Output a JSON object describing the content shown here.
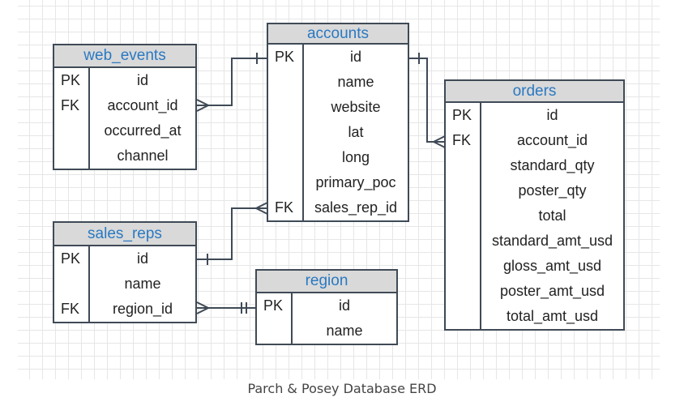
{
  "caption": "Parch & Posey Database ERD",
  "entities": {
    "web_events": {
      "title": "web_events",
      "rows": [
        {
          "key": "PK",
          "name": "id"
        },
        {
          "key": "FK",
          "name": "account_id"
        },
        {
          "key": "",
          "name": "occurred_at"
        },
        {
          "key": "",
          "name": "channel"
        }
      ]
    },
    "accounts": {
      "title": "accounts",
      "rows": [
        {
          "key": "PK",
          "name": "id"
        },
        {
          "key": "",
          "name": "name"
        },
        {
          "key": "",
          "name": "website"
        },
        {
          "key": "",
          "name": "lat"
        },
        {
          "key": "",
          "name": "long"
        },
        {
          "key": "",
          "name": "primary_poc"
        },
        {
          "key": "FK",
          "name": "sales_rep_id"
        }
      ]
    },
    "orders": {
      "title": "orders",
      "rows": [
        {
          "key": "PK",
          "name": "id"
        },
        {
          "key": "FK",
          "name": "account_id"
        },
        {
          "key": "",
          "name": "standard_qty"
        },
        {
          "key": "",
          "name": "poster_qty"
        },
        {
          "key": "",
          "name": "total"
        },
        {
          "key": "",
          "name": "standard_amt_usd"
        },
        {
          "key": "",
          "name": "gloss_amt_usd"
        },
        {
          "key": "",
          "name": "poster_amt_usd"
        },
        {
          "key": "",
          "name": "total_amt_usd"
        }
      ]
    },
    "sales_reps": {
      "title": "sales_reps",
      "rows": [
        {
          "key": "PK",
          "name": "id"
        },
        {
          "key": "",
          "name": "name"
        },
        {
          "key": "FK",
          "name": "region_id"
        }
      ]
    },
    "region": {
      "title": "region",
      "rows": [
        {
          "key": "PK",
          "name": "id"
        },
        {
          "key": "",
          "name": "name"
        }
      ]
    }
  },
  "colors": {
    "header_text": "#2a79c2",
    "header_fill": "#d9d9d9",
    "border": "#3f4a56"
  }
}
